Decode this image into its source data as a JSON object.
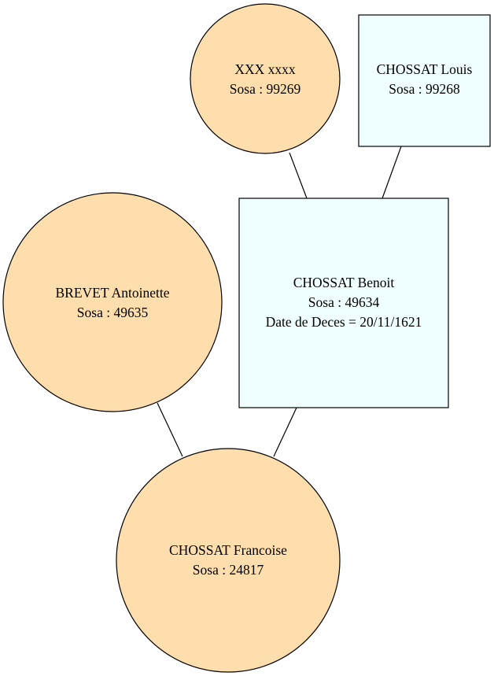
{
  "colors": {
    "female_fill": "#ffdead",
    "male_fill": "#f0ffff",
    "stroke": "#000000"
  },
  "nodes": {
    "xxx": {
      "name": "XXX xxxx",
      "sosa": "Sosa : 99269",
      "shape": "circle"
    },
    "louis": {
      "name": "CHOSSAT Louis",
      "sosa": "Sosa : 99268",
      "shape": "box"
    },
    "antoinette": {
      "name": "BREVET Antoinette",
      "sosa": "Sosa : 49635",
      "shape": "circle"
    },
    "benoit": {
      "name": "CHOSSAT Benoit",
      "sosa": "Sosa : 49634",
      "death": "Date de Deces = 20/11/1621",
      "shape": "box"
    },
    "francoise": {
      "name": "CHOSSAT Francoise",
      "sosa": "Sosa : 24817",
      "shape": "circle"
    }
  },
  "edges": [
    [
      "xxx",
      "benoit"
    ],
    [
      "louis",
      "benoit"
    ],
    [
      "antoinette",
      "francoise"
    ],
    [
      "benoit",
      "francoise"
    ]
  ]
}
